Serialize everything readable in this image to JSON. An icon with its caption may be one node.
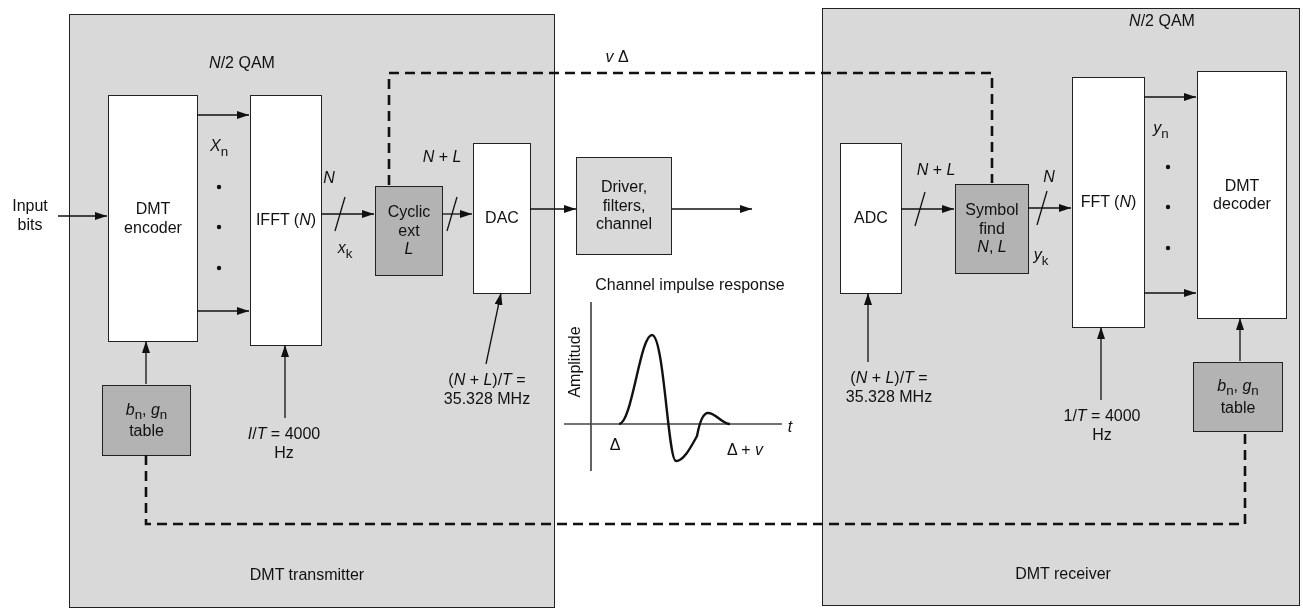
{
  "diagram": {
    "nodes": [
      {
        "text": [
          "*N*/2 QAM",
          "DMT transmitter"
        ]
      },
      {
        "text": [
          "Input bits"
        ]
      },
      {
        "text": [
          "DMT encoder"
        ],
        "in": 0
      },
      {
        "text": [
          "IFFT (*N*)"
        ],
        "in": 0
      },
      {
        "text": [
          "Cyclic ext",
          "*L*"
        ],
        "in": 0
      },
      {
        "text": [
          "DAC"
        ],
        "in": 0
      },
      {
        "text": [
          "*b*$_{n}$, *g*$_{n}$ table"
        ],
        "in": 0
      },
      {
        "text": [
          "*I*/*T* = 4000 Hz"
        ],
        "in": 0
      },
      {
        "text": [
          "(*N* + *L*)/*T* = 35.328 MHz"
        ],
        "in": 0
      },
      {
        "text": [
          "Driver, filters, channel"
        ]
      },
      {
        "text": [
          "*N*/2 QAM",
          "DMT receiver"
        ]
      },
      {
        "text": [
          "ADC"
        ],
        "in": 10
      },
      {
        "text": [
          "Symbol find",
          "*N*, *L*"
        ],
        "in": 10
      },
      {
        "text": [
          "FFT (*N*)"
        ],
        "in": 10
      },
      {
        "text": [
          "DMT decoder"
        ],
        "in": 10
      },
      {
        "text": [
          "*b*$_{n}$, *g*$_{n}$ table"
        ],
        "in": 10
      },
      {
        "text": [
          "(*N* + *L*)/*T* = 35.328 MHz"
        ],
        "in": 10
      },
      {
        "text": [
          "1/*T* = 4000 Hz"
        ],
        "in": 10
      }
    ],
    "edges": [
      {
        "from": 1,
        "to": 2,
        "arrow": "to"
      },
      {
        "from": 2,
        "to": 3,
        "arrow": "to"
      },
      {
        "from": 2,
        "to": 3,
        "arrow": "to"
      },
      {
        "from": 3,
        "to": 4,
        "arrow": "to"
      },
      {
        "from": 4,
        "to": 5,
        "arrow": "to"
      },
      {
        "from": 5,
        "to": 9,
        "arrow": "to"
      },
      {
        "from": 9,
        "to": null,
        "arrow": "to"
      },
      {
        "from": 6,
        "to": 2,
        "arrow": "to"
      },
      {
        "from": 7,
        "to": 3,
        "arrow": "to"
      },
      {
        "from": 8,
        "to": 5,
        "arrow": "to"
      },
      {
        "from": 11,
        "to": 12,
        "arrow": "to"
      },
      {
        "from": 12,
        "to": 13,
        "arrow": "to"
      },
      {
        "from": 13,
        "to": 14,
        "arrow": "to"
      },
      {
        "from": 13,
        "to": 14,
        "arrow": "to"
      },
      {
        "from": 15,
        "to": 14,
        "arrow": "to"
      },
      {
        "from": 16,
        "to": 11,
        "arrow": "to"
      },
      {
        "from": 17,
        "to": 13,
        "arrow": "to"
      },
      {
        "from": 4,
        "to": 12,
        "arrow": "none",
        "style": "dashed"
      },
      {
        "from": 6,
        "to": 15,
        "arrow": "none",
        "style": "dashed"
      }
    ],
    "labels": [
      "*X*$_{n}$",
      "*N*",
      "*x*$_{k}$",
      "*N* + *L*",
      "*v* Δ",
      "Channel impulse response",
      "Amplitude",
      "*t*",
      "Δ",
      "Δ + *v*",
      "*N* + *L*",
      "*N*",
      "*y*$_{n}$",
      "*y*$_{k}$"
    ]
  }
}
